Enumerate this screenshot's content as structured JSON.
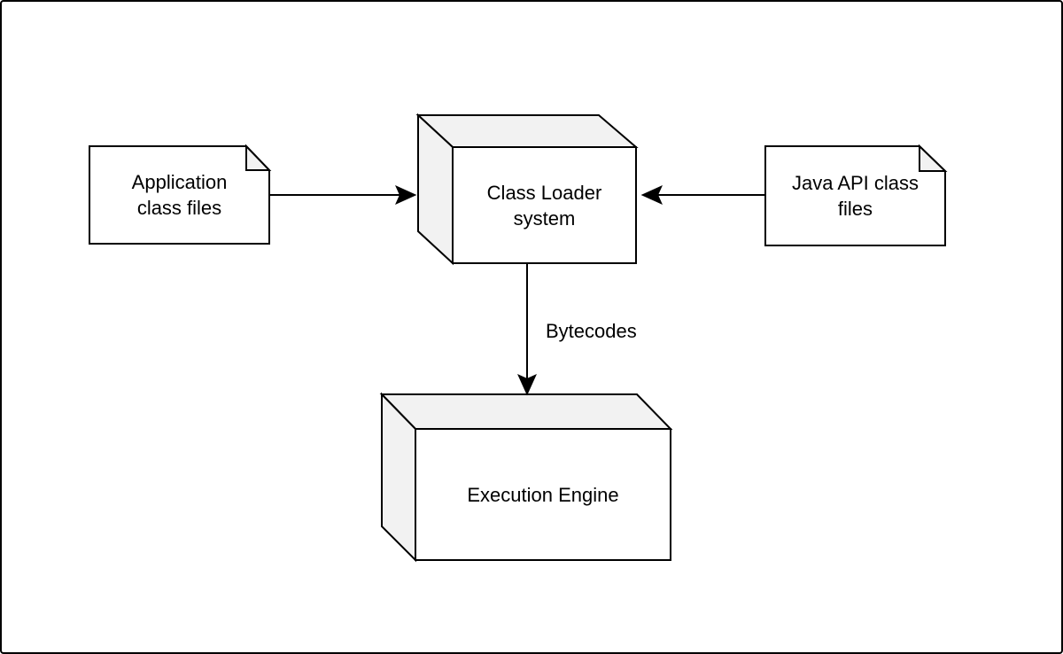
{
  "colors": {
    "background": "#ffffff",
    "stroke": "#000000",
    "node_fill": "#ffffff",
    "shade_fill": "#f2f2f2"
  },
  "nodes": {
    "application_class_files": {
      "shape": "note",
      "label": "Application\nclass files"
    },
    "class_loader_system": {
      "shape": "cube",
      "label": "Class Loader\nsystem"
    },
    "java_api_class_files": {
      "shape": "note",
      "label": "Java API class\nfiles"
    },
    "execution_engine": {
      "shape": "cube",
      "label": "Execution Engine"
    }
  },
  "edges": {
    "app_to_loader": {
      "from": "application_class_files",
      "to": "class_loader_system",
      "label": ""
    },
    "api_to_loader": {
      "from": "java_api_class_files",
      "to": "class_loader_system",
      "label": ""
    },
    "loader_to_engine": {
      "from": "class_loader_system",
      "to": "execution_engine",
      "label": "Bytecodes"
    }
  }
}
